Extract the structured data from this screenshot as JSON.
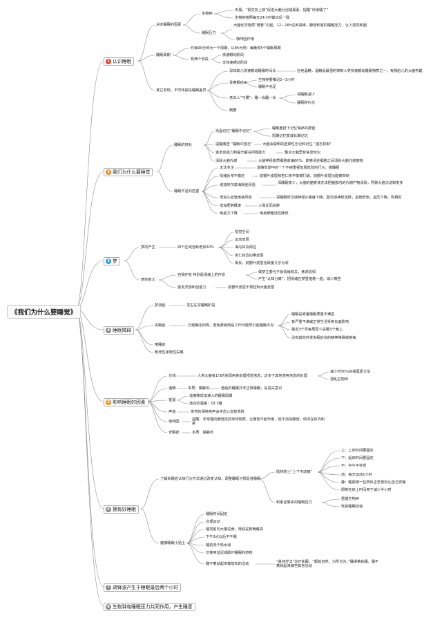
{
  "root": "《我们为什么要睡觉》",
  "colors": {
    "red": "#e8442c",
    "orange": "#ef8b1a",
    "blue": "#2f9be0",
    "line": "#8a8a8a"
  },
  "b1": {
    "num": "1",
    "title": "认识睡眠",
    "c1": "决定睡眠的因素",
    "c1a": "生物钟",
    "c1a1": "天黑，“视交叉上核”促进大脑分泌褪黑素，提醒“你该睡了”",
    "c1a2": "生物钟按照每天24小时做出反一致",
    "c1b": "睡眠压力",
    "c1b1": "大脑化学物质“腺苷”引起，12—16h达到高峰，腺苷积累的睡眠压力，让人感觉和困",
    "c1b2": "咖啡因作用",
    "c2": "睡眠周期",
    "c2a": "约每90分钟为一个周期，以8h为例：每晚有5个睡眠周期",
    "c2b": "有两个阶段",
    "c2b1": "快速眼动阶段",
    "c2b2": "非快速眼动阶段",
    "c3": "其它发现，不同年龄段睡眠差异",
    "c3a": "母体取儿快速眼动睡眠时间长",
    "c3a1": "杜绝酒精，酒精是最强的抑制人类快速眼动睡眠物质之一，有损胎儿的大脑构建",
    "c3b": "青春期孩子",
    "c3b1": "生物钟要推迟2~3小时",
    "c3b2": "睡眠不充足",
    "c3c": "老年人“弓腰”，睡一会醒一会",
    "c3c1": "深睡眠减少",
    "c3c2": "睡眠碎片化",
    "c3d": "概要"
  },
  "b2": {
    "num": "2",
    "title": "我们为什么要睡觉",
    "c1": "睡眠的好处",
    "c1a": "巩固记忆“睡眠中记忆”",
    "c1a1": "睡眠重抵下记忆保存的按钮",
    "c1a2": "短期记忆变成长期记忆",
    "c1b": "提醒痛苦 “睡眠中遗忘”",
    "c1b1": "大脑会聪明的选择性忘记和记住 “遗忘机制”",
    "c1c": "激发创造力和提升解决问题能力",
    "c1c1": "整合大脑里有信息知识",
    "c1d": "清除大脑代谢",
    "c1d1": "大脑神经胶质细胞收缩60%，能够清走细胞之间清除大脑代谢废物",
    "c2": "睡眠不足的危害",
    "c2a": "无法专注",
    "c2a1": "道路驾驶中的一个不被重视但极危险的行为：微睡眠",
    "c2b": "情绪反常不稳定",
    "c2b1": "前额叶皮层和杏仁核平衡被打破，前额叶皮层功能被抑制",
    "c2c": "增加阿尔兹海默症风险",
    "c2c1": "深睡眠变少，大脑的脑脊液无法把脑部内的代谢产物清除，导致大脑沉淀和变多",
    "c2d": "增加心血管疾病风险",
    "c2d1": "深睡眠时交感神经兴奋度下降，副交感神经活跃，血管舒张，血压下降，则相反",
    "c2e": "增加肥胖概率",
    "c2e1": "人易反而会胖",
    "c2f": "免疫力下降",
    "c2f1": "免疫细胞活性降低"
  },
  "b3": {
    "num": "3",
    "title": "梦",
    "c1": "梦的产生",
    "c1a": "四个区域活跃增加30%",
    "c1a1": "视觉空间",
    "c1a2": "运动皮层",
    "c1a3": "海马体及周边",
    "c1a4": "杏仁核及扣带皮层",
    "c1a5": "相反，前额叶皮层活跃度几乎为零",
    "c2": "梦的意义",
    "c2a": "自我疗愈 特别是情绪上的疗愈",
    "c2a1": "做梦主要与不良情绪有关，焦虑恐惧",
    "c2a2": "产生“认知分离”，把情绪在梦里抱着一遍，减少痛苦",
    "c2b": "激发灵感和创造力",
    "c2b1": "前额叶皮层不再控制大脑皮层"
  },
  "b4": {
    "num": "4",
    "title": "睡眠障碍",
    "c1": "梦游症",
    "c1a": "发生在深睡眠阶段",
    "c2": "失眠症",
    "c2a": "已经确定四周，逛免费病而是工作问题导引起睡眠不好",
    "c2a1": "睡眠是或者睡眠质量不满意",
    "c2a2": "有严重不满或正常生活受到负面影响",
    "c2a3": "最近3个月每周至少失眠3个晚上",
    "c2a4": "没有其他并发失眠症状的精神障碍或疾病",
    "c3": "嗜睡症",
    "c4": "致死性家族性失眠"
  },
  "b5": {
    "num": "5",
    "title": "影响睡眠的因素",
    "c1": "光线",
    "c1a": "人类大脑有1/3的资源用来处理视觉信息，这多于其他感官信息的处理",
    "c1a1": "减少约50%的褪黑素分泌",
    "c1a2": "混乱生物钟",
    "c2": "酒精",
    "c2a": "本质：镇静剂",
    "c2a1": "酒后的睡眠并非正常睡眠，是丧失意识",
    "c3": "室温",
    "c3a": "适度降低加速入的睡眠周期",
    "c3b": "适合的温度：18.3度",
    "c4": "声音",
    "c4a": "突然的闹钟将声会冲击心血管系统",
    "c5": "咖啡因",
    "c5a": "提醒：非常强的腺苷抵抗受体物质，让腺苷不起作用，但不清除腺苷，依旧在体内积累",
    "c6": "安眠药",
    "c6a": "本质：镇静剂"
  },
  "b6": {
    "num": "6",
    "title": "拥有好睡眠",
    "c1": "了解失眠症认知行为疗法通过改变认知，调整睡眠习惯促进睡眠",
    "c1a": "陆林院士“上下不动静”",
    "c1a1": "上：上床时间要固定",
    "c1a2": "下：起床时间要固定",
    "c1a3": "不：中午不补觉",
    "c1a4": "动：每天运动1小时",
    "c1a5": "静：睡前做一些类似正念放松让自己安静",
    "c1a6": "限制在床上时间用于减少半小时",
    "c1b": "积累足够多的睡眠压力",
    "c1b1": "重建生物钟",
    "c1b2": "恢复睡眠自信",
    "c2": "健康睡眠小贴士",
    "c2a": "睡眠时间固定",
    "c2b": "合理运动",
    "c2c": "睡觉前勿大量进食，特别是宵晚餐高",
    "c2d": "下午3点以后不午睡",
    "c2e": "睡前洗个热水澡",
    "c2f": "勿使用延迟或破坏睡眠的药物",
    "c2g": "睡不着就起床做放松的活动",
    "c2g1": "“悬挂疗法”治疗失眠，“顺其自然，为所当为，”睡得着就睡，睡不着就起来做些其他活动"
  },
  "b7": {
    "num": "7",
    "title": "胡锋波产生于睡眠最后两个小时"
  },
  "b8": {
    "num": "8",
    "title": "生物钟和睡眠压力共同作用，产生睡意"
  }
}
